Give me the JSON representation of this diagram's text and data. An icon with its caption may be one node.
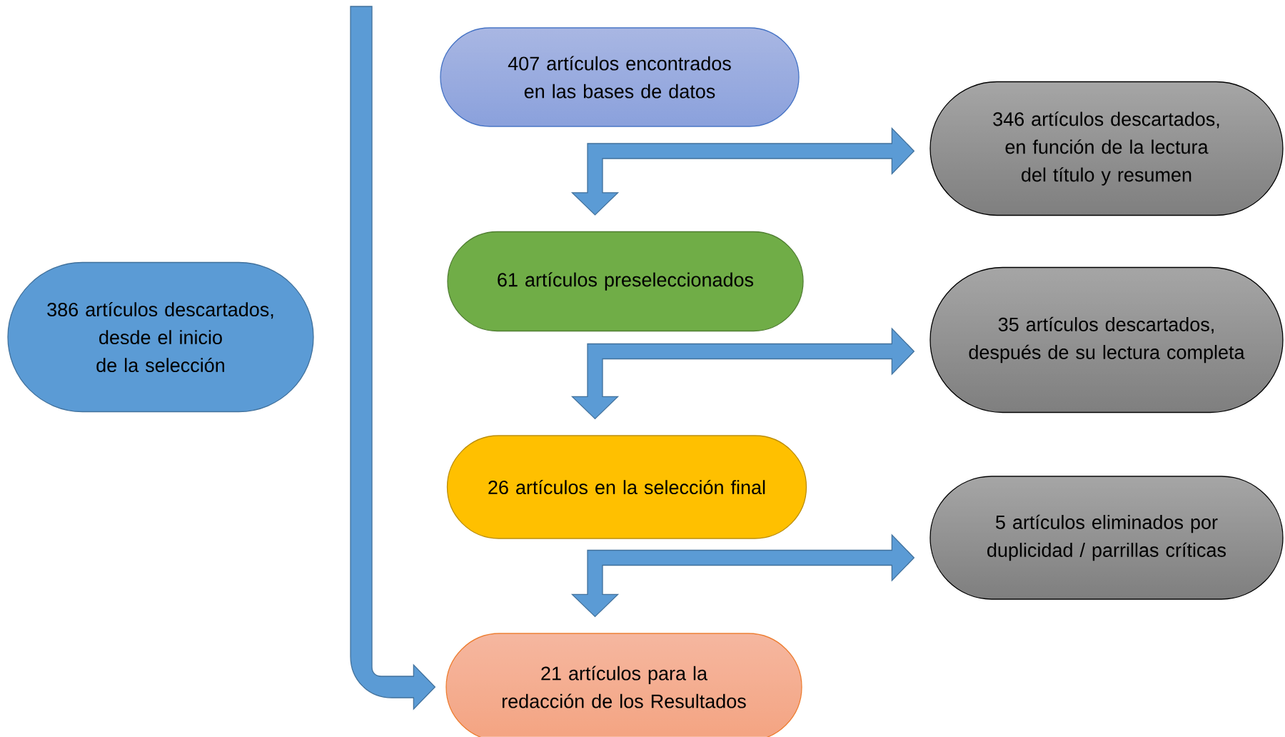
{
  "diagram": {
    "nodes": [
      {
        "text": [
          "407 artículos encontrados en las bases de datos"
        ]
      },
      {
        "text": [
          "346 artículos descartados, en función de la lectura del título y resumen"
        ]
      },
      {
        "text": [
          "61 artículos preseleccionados"
        ]
      },
      {
        "text": [
          "35 artículos descartados, después de su lectura completa"
        ]
      },
      {
        "text": [
          "26 artículos en la selección final"
        ]
      },
      {
        "text": [
          "5 artículos eliminados por duplicidad / parrillas críticas"
        ]
      },
      {
        "text": [
          "21 artículos para la redacción de los Resultados"
        ]
      },
      {
        "text": [
          "386 artículos descartados, desde el inicio de la selección"
        ]
      }
    ],
    "edges": [
      {
        "from": null,
        "to": 6,
        "arrow": "to"
      },
      {
        "from": 2,
        "to": 1,
        "arrow": "both"
      },
      {
        "from": 4,
        "to": 3,
        "arrow": "both"
      },
      {
        "from": 6,
        "to": 5,
        "arrow": "both"
      }
    ]
  }
}
